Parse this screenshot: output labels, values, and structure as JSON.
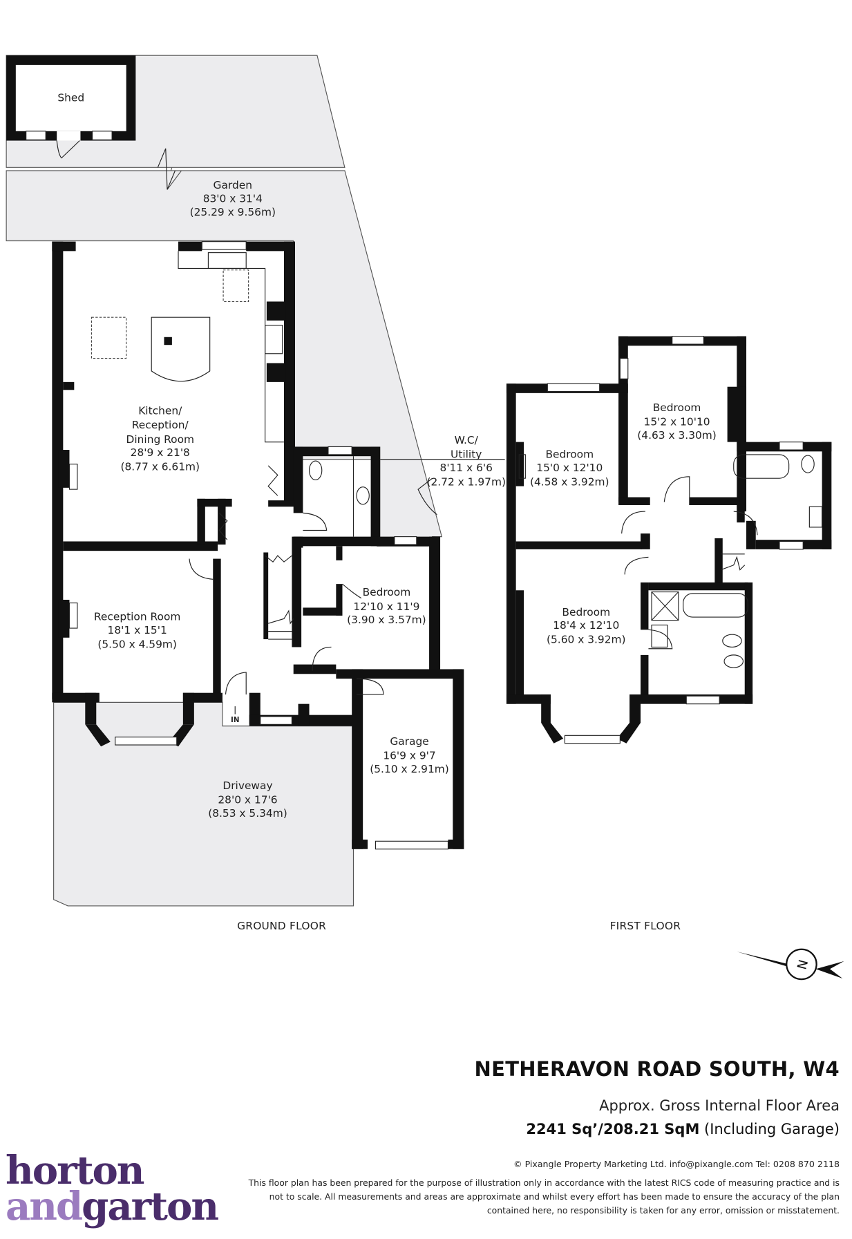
{
  "property": {
    "title": "NETHERAVON ROAD SOUTH, W4",
    "area_caption": "Approx. Gross Internal Floor Area",
    "area_value": "2241 Sq’/208.21 SqM",
    "area_note": "(Including Garage)"
  },
  "floors": {
    "ground": {
      "label": "GROUND FLOOR",
      "entrance_label": "IN",
      "rooms": {
        "shed": {
          "name": "Shed"
        },
        "garden": {
          "name": "Garden",
          "imperial": "83'0 x 31'4",
          "metric": "(25.29 x 9.56m)"
        },
        "kitchen": {
          "name_line1": "Kitchen/",
          "name_line2": "Reception/",
          "name_line3": "Dining Room",
          "imperial": "28'9 x 21'8",
          "metric": "(8.77 x 6.61m)"
        },
        "wc_utility": {
          "name_line1": "W.C/",
          "name_line2": "Utility",
          "imperial": "8'11 x 6'6",
          "metric": "(2.72 x 1.97m)"
        },
        "bedroom": {
          "name": "Bedroom",
          "imperial": "12'10 x 11'9",
          "metric": "(3.90 x 3.57m)"
        },
        "reception": {
          "name": "Reception Room",
          "imperial": "18'1 x 15'1",
          "metric": "(5.50 x 4.59m)"
        },
        "garage": {
          "name": "Garage",
          "imperial": "16'9 x 9'7",
          "metric": "(5.10 x 2.91m)"
        },
        "driveway": {
          "name": "Driveway",
          "imperial": "28'0 x 17'6",
          "metric": "(8.53 x 5.34m)"
        }
      }
    },
    "first": {
      "label": "FIRST FLOOR",
      "rooms": {
        "bedroom_rear_right": {
          "name": "Bedroom",
          "imperial": "15'2 x 10'10",
          "metric": "(4.63 x 3.30m)"
        },
        "bedroom_rear_left": {
          "name": "Bedroom",
          "imperial": "15'0 x 12'10",
          "metric": "(4.58 x 3.92m)"
        },
        "bedroom_front": {
          "name": "Bedroom",
          "imperial": "18'4 x 12'10",
          "metric": "(5.60 x 3.92m)"
        }
      }
    }
  },
  "compass": {
    "letter": "N"
  },
  "credits": {
    "copyright": "© Pixangle Property Marketing Ltd. info@pixangle.com Tel: 0208 870 2118",
    "disclaimer_line1": "This floor plan has been prepared for the purpose of illustration only in accordance with the latest RICS code of measuring practice and is",
    "disclaimer_line2": "not to scale. All measurements and areas are approximate and whilst every effort has been made to ensure the accuracy of the plan",
    "disclaimer_line3": "contained here, no responsibility is taken for any error, omission or misstatement."
  },
  "brand": {
    "line1": "horton",
    "and": "and",
    "garton": "garton",
    "primary_color": "#4a2d6b",
    "secondary_color": "#9b7bbf"
  }
}
